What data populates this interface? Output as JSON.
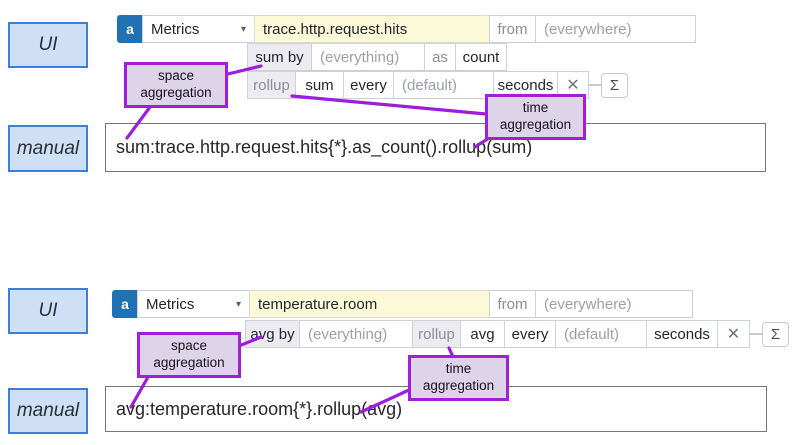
{
  "colors": {
    "accent_blue": "#2171b5",
    "label_fill": "#cfe0f6",
    "label_border": "#3f7ed6",
    "annotation_fill": "#ddd4ea",
    "annotation_border": "#a21fd6",
    "metric_field_fill": "#fbf9d7",
    "connector_purple": "#9c1ddb"
  },
  "sections": [
    {
      "ui_label": "UI",
      "manual_label": "manual",
      "builder": {
        "letter": "a",
        "source_label": "Metrics",
        "caret_icon": "▾",
        "metric_value": "trace.http.request.hits",
        "from_label": "from",
        "scope_placeholder": "(everywhere)",
        "space_agg_label": "sum by",
        "group_placeholder": "(everything)",
        "as_label": "as",
        "as_value": "count",
        "rollup_label": "rollup",
        "rollup_fn": "sum",
        "every_label": "every",
        "interval_placeholder": "(default)",
        "unit_value": "seconds",
        "close_icon": "✕",
        "sigma_icon": "Σ"
      },
      "annotations": {
        "space": "space aggregation",
        "time": "time aggregation"
      },
      "manual_query": "sum:trace.http.request.hits{*}.as_count().rollup(sum)"
    },
    {
      "ui_label": "UI",
      "manual_label": "manual",
      "builder": {
        "letter": "a",
        "source_label": "Metrics",
        "caret_icon": "▾",
        "metric_value": "temperature.room",
        "from_label": "from",
        "scope_placeholder": "(everywhere)",
        "space_agg_label": "avg by",
        "group_placeholder": "(everything)",
        "rollup_label": "rollup",
        "rollup_fn": "avg",
        "every_label": "every",
        "interval_placeholder": "(default)",
        "unit_value": "seconds",
        "close_icon": "✕",
        "sigma_icon": "Σ"
      },
      "annotations": {
        "space": "space aggregation",
        "time": "time aggregation"
      },
      "manual_query": "avg:temperature.room{*}.rollup(avg)"
    }
  ]
}
